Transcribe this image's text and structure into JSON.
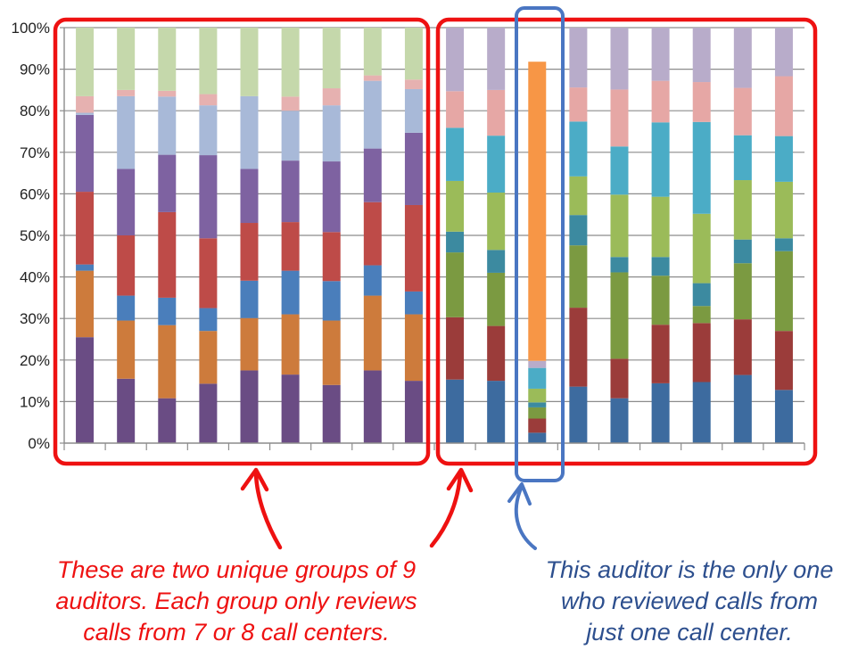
{
  "chart_data": {
    "type": "bar",
    "stacked": true,
    "percent_stacked": true,
    "ylim": [
      0,
      100
    ],
    "ytick_labels": [
      "0%",
      "10%",
      "20%",
      "30%",
      "40%",
      "50%",
      "60%",
      "70%",
      "80%",
      "90%",
      "100%"
    ],
    "grid": true,
    "legend": "none",
    "groups": [
      {
        "columns": [
          0,
          1,
          2,
          3,
          4,
          5,
          6,
          7,
          8
        ],
        "colors": [
          "#6a4c84",
          "#cd7b3c",
          "#4a7ebb",
          "#be4b48",
          "#7e62a1",
          "#a8b9d8",
          "#e6b1b0",
          "#c5d8ab"
        ],
        "stacks": [
          [
            25.5,
            16,
            1.5,
            17.5,
            18.5,
            0.5,
            4,
            16.5
          ],
          [
            15.5,
            14,
            6,
            14.5,
            16,
            17.5,
            1.5,
            15
          ],
          [
            10.8,
            17.6,
            6.6,
            20.6,
            13.8,
            14,
            1.4,
            15.2
          ],
          [
            14.3,
            12.7,
            5.5,
            16.8,
            20,
            12,
            2.7,
            16
          ],
          [
            17.5,
            12.6,
            9,
            13.9,
            13,
            17.5,
            0,
            16.5
          ],
          [
            16.5,
            14.5,
            10.5,
            11.7,
            14.8,
            12,
            3.4,
            16.6
          ],
          [
            14,
            15.5,
            9.5,
            11.8,
            17,
            13.5,
            4.1,
            14.6
          ],
          [
            17.5,
            18,
            7.3,
            15.2,
            12.9,
            16.3,
            1.3,
            11.5
          ],
          [
            15,
            16,
            5.5,
            20.8,
            17.4,
            10.5,
            2.3,
            12.5
          ]
        ]
      },
      {
        "columns": [
          9,
          10,
          11,
          12,
          13,
          14,
          15,
          16,
          17
        ],
        "colors": [
          "#3d6b9f",
          "#9b3c3a",
          "#7b9a41",
          "#3c8aa0",
          "#9bbb59",
          "#4bacc6",
          "#e6a7a5",
          "#b8acca",
          "#f79646"
        ],
        "stacks": [
          [
            15.3,
            15,
            15.6,
            5,
            12.2,
            12.8,
            8.8,
            15.3,
            0
          ],
          [
            15,
            13.2,
            12.8,
            5.5,
            13.8,
            13.7,
            11,
            15,
            0
          ],
          [
            2.5,
            3.4,
            2.7,
            1.2,
            3.3,
            5,
            0,
            1.7,
            72
          ],
          [
            13.6,
            19,
            15,
            7.3,
            9.3,
            13.2,
            8.2,
            14.4,
            0
          ],
          [
            10.8,
            9.5,
            20.8,
            3.7,
            15,
            11.6,
            13.7,
            14.9,
            0
          ],
          [
            14.4,
            14.1,
            11.8,
            4.5,
            14.5,
            17.9,
            10,
            12.8,
            0
          ],
          [
            14.7,
            14.2,
            4.1,
            5.5,
            16.7,
            22.1,
            9.6,
            13.1,
            0
          ],
          [
            16.4,
            13.4,
            13.5,
            5.7,
            14.3,
            10.8,
            11.4,
            14.5,
            0
          ],
          [
            12.8,
            14.2,
            19.2,
            3.1,
            13.6,
            11,
            14.4,
            11.7,
            0
          ]
        ]
      }
    ]
  },
  "annotations": {
    "red_text": [
      "These are two unique groups of 9",
      "auditors. Each group only reviews",
      "calls from 7 or 8 call centers."
    ],
    "blue_text": [
      "This auditor is the only one",
      "who reviewed calls from",
      "just one call center."
    ]
  },
  "colors": {
    "red": "#ee1111",
    "blue": "#4a76c2",
    "blue_text": "#2d4f8e",
    "grid": "#8c8c8c"
  }
}
